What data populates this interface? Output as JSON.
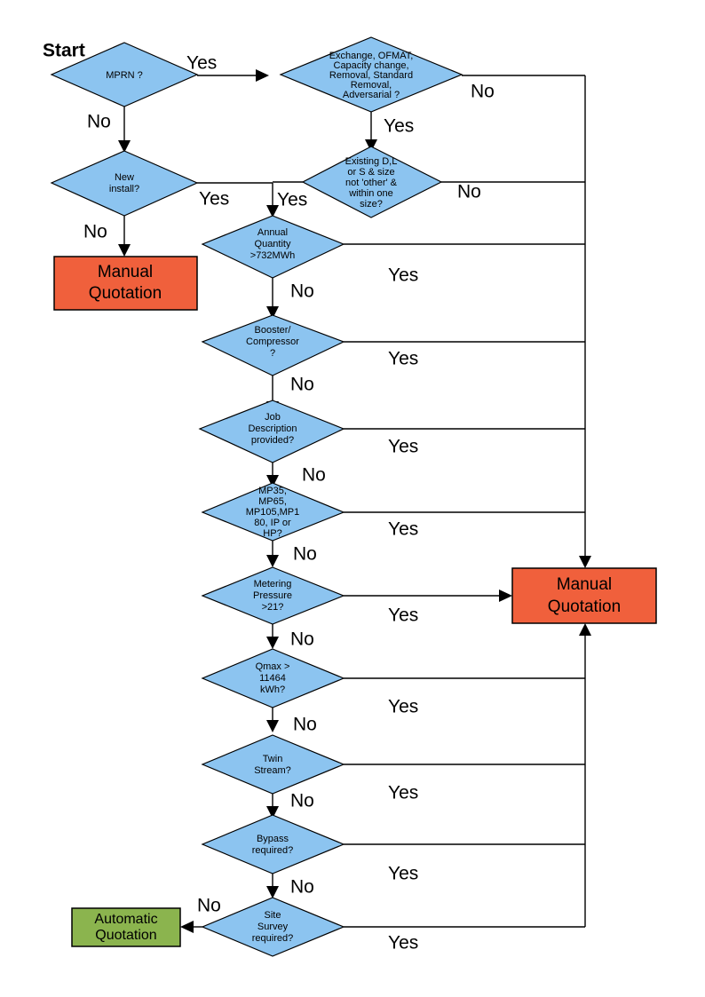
{
  "diagram": {
    "title_label": "Start",
    "colors": {
      "decision_fill": "#8cc4f0",
      "manual_fill": "#f0603c",
      "automatic_fill": "#8bb44e",
      "line": "#000000",
      "background": "#ffffff"
    },
    "decisions": [
      {
        "id": "mprn",
        "lines": [
          "MPRN ?"
        ]
      },
      {
        "id": "exchange",
        "lines": [
          "Exchange, OFMAT,",
          "Capacity change,",
          "Removal, Standard",
          "Removal,",
          "Adversarial ?"
        ]
      },
      {
        "id": "new-install",
        "lines": [
          "New",
          "install?"
        ]
      },
      {
        "id": "existing",
        "lines": [
          "Existing D,L",
          "or S & size",
          "not 'other' &",
          "within one",
          "size?"
        ]
      },
      {
        "id": "annual-quantity",
        "lines": [
          "Annual",
          "Quantity",
          ">732MWh"
        ]
      },
      {
        "id": "booster",
        "lines": [
          "Booster/",
          "Compressor",
          "?"
        ]
      },
      {
        "id": "job-description",
        "lines": [
          "Job",
          "Description",
          "provided?"
        ]
      },
      {
        "id": "mp-rating",
        "lines": [
          "MP35,",
          "MP65,",
          "MP105,MP1",
          "80, IP or",
          "HP?"
        ]
      },
      {
        "id": "metering-pressure",
        "lines": [
          "Metering",
          "Pressure",
          ">21?"
        ]
      },
      {
        "id": "qmax",
        "lines": [
          "Qmax >",
          "11464",
          "kWh?"
        ]
      },
      {
        "id": "twin-stream",
        "lines": [
          "Twin",
          "Stream?"
        ]
      },
      {
        "id": "bypass",
        "lines": [
          "Bypass",
          "required?"
        ]
      },
      {
        "id": "site-survey",
        "lines": [
          "Site",
          "Survey",
          "required?"
        ]
      }
    ],
    "terminals": [
      {
        "id": "manual-left",
        "lines": [
          "Manual",
          "Quotation"
        ]
      },
      {
        "id": "manual-right",
        "lines": [
          "Manual",
          "Quotation"
        ]
      },
      {
        "id": "automatic",
        "lines": [
          "Automatic",
          "Quotation"
        ]
      }
    ],
    "edge_labels": {
      "mprn_yes": "Yes",
      "mprn_no": "No",
      "exchange_no": "No",
      "exchange_yes": "Yes",
      "new_install_yes": "Yes",
      "new_install_no": "No",
      "existing_yes": "Yes",
      "existing_no": "No",
      "annual_yes": "Yes",
      "annual_no": "No",
      "booster_yes": "Yes",
      "booster_no": "No",
      "job_yes": "Yes",
      "job_no": "No",
      "mp_yes": "Yes",
      "mp_no": "No",
      "metering_yes": "Yes",
      "metering_no": "No",
      "qmax_yes": "Yes",
      "qmax_no": "No",
      "twin_yes": "Yes",
      "twin_no": "No",
      "bypass_yes": "Yes",
      "bypass_no": "No",
      "site_yes": "Yes",
      "site_no": "No"
    }
  }
}
